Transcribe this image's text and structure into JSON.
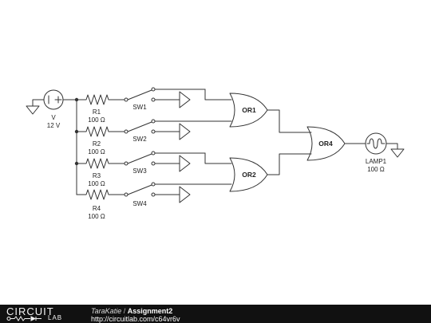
{
  "source": {
    "name": "V",
    "value": "12 V"
  },
  "resistors": [
    {
      "name": "R1",
      "value": "100 Ω"
    },
    {
      "name": "R2",
      "value": "100 Ω"
    },
    {
      "name": "R3",
      "value": "100 Ω"
    },
    {
      "name": "R4",
      "value": "100 Ω"
    }
  ],
  "switches": [
    {
      "name": "SW1"
    },
    {
      "name": "SW2"
    },
    {
      "name": "SW3"
    },
    {
      "name": "SW4"
    }
  ],
  "gates": [
    {
      "name": "OR1"
    },
    {
      "name": "OR2"
    },
    {
      "name": "OR4"
    }
  ],
  "lamp": {
    "name": "LAMP1",
    "value": "100 Ω"
  },
  "footer": {
    "logo_top": "CIRCUIT",
    "logo_bottom": "LAB",
    "author": "TaraKatie",
    "separator": " / ",
    "project": "Assignment2",
    "url": "http://circuitlab.com/c64vr6v"
  }
}
